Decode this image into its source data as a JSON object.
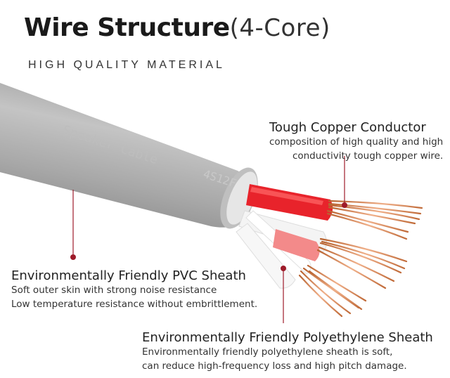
{
  "title": {
    "bold": "Wire Structure",
    "light": "(4-Core)"
  },
  "subtitle": "HIGH QUALITY MATERIAL",
  "cable_print": {
    "brand": "Speaker Cable",
    "code": "4S12F"
  },
  "labels": {
    "copper": {
      "head": "Tough Copper Conductor",
      "line1": "composition of high quality and high",
      "line2": "conductivity tough copper wire."
    },
    "pvc": {
      "head": "Environmentally Friendly PVC Sheath",
      "line1": "Soft outer skin with strong noise resistance",
      "line2": "Low temperature resistance without embrittlement."
    },
    "pe": {
      "head": "Environmentally Friendly Polyethylene Sheath",
      "line1": "Environmentally friendly polyethylene sheath is soft,",
      "line2": "can reduce high-frequency loss and high pitch damage."
    }
  },
  "colors": {
    "marker": "#9e1b2a",
    "cable_grey": "#a9a9a9",
    "copper": "#d9895a",
    "red_core": "#e8232b",
    "pink_core": "#f08080"
  }
}
